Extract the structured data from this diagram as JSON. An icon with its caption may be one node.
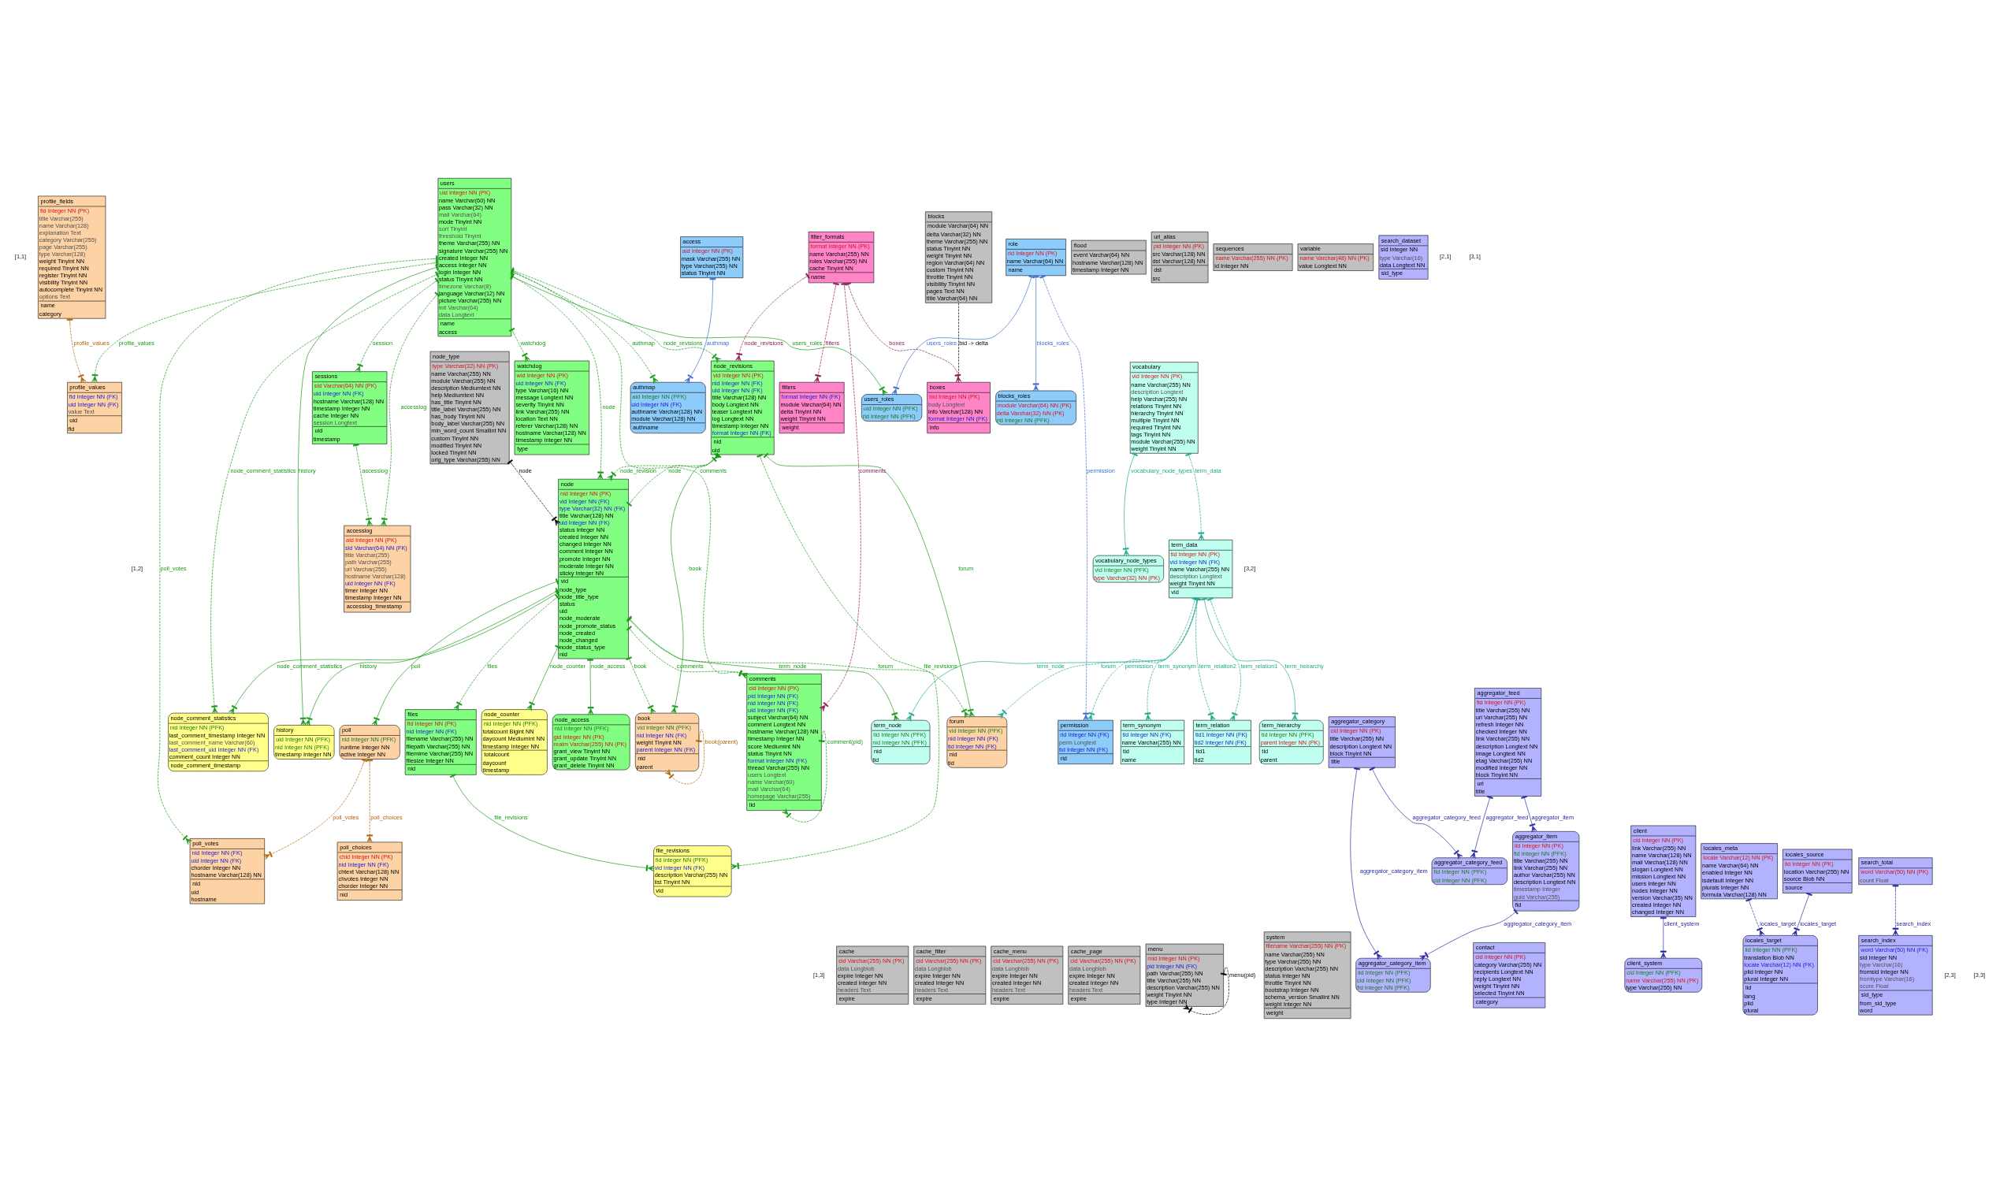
{
  "diagram": {
    "nodes": [
      {
        "text": [
          "term_node",
          "tid Integer NN (PFK)",
          "nid Integer NN (PFK)",
          "nid",
          "tid"
        ]
      },
      {
        "text": [
          "term_data",
          "tid Integer NN (PK)",
          "vid Integer NN (FK)",
          "name Varchar(255) NN",
          "description Longtext",
          "weight Tinyint NN",
          "vid"
        ]
      },
      {
        "text": [
          "term_hierarchy",
          "tid Integer NN (PFK)",
          "parent Integer NN (PK)",
          "tid",
          "parent"
        ]
      },
      {
        "text": [
          "term_relation",
          "tid1 Integer NN (FK)",
          "tid2 Integer NN (FK)",
          "tid1",
          "tid2"
        ]
      },
      {
        "text": [
          "term_synonym",
          "tid Integer NN (FK)",
          "name Varchar(255) NN",
          "tid",
          "name"
        ]
      },
      {
        "text": [
          "vocabulary",
          "vid Integer NN (PK)",
          "name Varchar(255) NN",
          "description Longtext",
          "help Varchar(255) NN",
          "relations Tinyint NN",
          "hierarchy Tinyint NN",
          "multiple Tinyint NN",
          "required Tinyint NN",
          "tags Tinyint NN",
          "module Varchar(255) NN",
          "weight Tinyint NN"
        ]
      },
      {
        "text": [
          "vocabulary_node_types",
          "vid Integer NN (PFK)",
          "type Varchar(32) NN (PK)"
        ]
      },
      {
        "text": [
          "cache",
          "cid Varchar(255) NN (PK)",
          "data Longblob",
          "expire Integer NN",
          "created Integer NN",
          "headers Text",
          "expire"
        ]
      },
      {
        "text": [
          "cache_filter",
          "cid Varchar(255) NN (PK)",
          "data Longblob",
          "expire Integer NN",
          "created Integer NN",
          "headers Text",
          "expire"
        ]
      },
      {
        "text": [
          "cache_menu",
          "cid Varchar(255) NN (PK)",
          "data Longblob",
          "expire Integer NN",
          "created Integer NN",
          "headers Text",
          "expire"
        ]
      },
      {
        "text": [
          "cache_page",
          "cid Varchar(255) NN (PK)",
          "data Longblob",
          "expire Integer NN",
          "created Integer NN",
          "headers Text",
          "expire"
        ]
      },
      {
        "text": [
          "flood",
          "event Varchar(64) NN",
          "hostname Varchar(128) NN",
          "timestamp Integer NN"
        ]
      },
      {
        "text": [
          "menu",
          "mid Integer NN (PK)",
          "pid Integer NN (FK)",
          "path Varchar(255) NN",
          "title Varchar(255) NN",
          "description Varchar(255) NN",
          "weight Tinyint NN",
          "type Integer NN"
        ]
      },
      {
        "text": [
          "url_alias",
          "pid Integer NN (PK)",
          "src Varchar(128) NN",
          "dst Varchar(128) NN",
          "dst",
          "src"
        ]
      },
      {
        "text": [
          "sequences",
          "name Varchar(255) NN (PK)",
          "id Integer NN"
        ]
      },
      {
        "text": [
          "system",
          "filename Varchar(255) NN (PK)",
          "name Varchar(255) NN",
          "type Varchar(255) NN",
          "description Varchar(255) NN",
          "status Integer NN",
          "throttle Tinyint NN",
          "bootstrap Integer NN",
          "schema_version Smallint NN",
          "weight Integer NN",
          "weight"
        ]
      },
      {
        "text": [
          "variable",
          "name Varchar(48) NN (PK)",
          "value Longtext NN"
        ]
      },
      {
        "text": [
          "blocks",
          "module Varchar(64) NN",
          "delta Varchar(32) NN",
          "theme Varchar(255) NN",
          "status Tinyint NN",
          "weight Tinyint NN",
          "region Varchar(64) NN",
          "custom Tinyint NN",
          "throttle Tinyint NN",
          "visibility Tinyint NN",
          "pages Text NN",
          "title Varchar(64) NN"
        ]
      },
      {
        "text": [
          "node_type",
          "type Varchar(32) NN (PK)",
          "name Varchar(255) NN",
          "module Varchar(255) NN",
          "description Mediumtext NN",
          "help Mediumtext NN",
          "has_title Tinyint NN",
          "title_label Varchar(255) NN",
          "has_body Tinyint NN",
          "body_label Varchar(255) NN",
          "min_word_count Smallint NN",
          "custom Tinyint NN",
          "modified Tinyint NN",
          "locked Tinyint NN",
          "orig_type Varchar(255) NN"
        ]
      },
      {
        "text": [
          "forum",
          "vid Integer NN (PFK)",
          "nid Integer NN (FK)",
          "tid Integer NN (FK)",
          "nid",
          "tid"
        ]
      },
      {
        "text": [
          "book",
          "vid Integer NN (PFK)",
          "nid Integer NN (FK)",
          "weight Tinyint NN",
          "parent Integer NN (FK)",
          "nid",
          "parent"
        ]
      },
      {
        "text": [
          "poll_choices",
          "chid Integer NN (PK)",
          "nid Integer NN (FK)",
          "chtext Varchar(128) NN",
          "chvotes Integer NN",
          "chorder Integer NN",
          "nid"
        ]
      },
      {
        "text": [
          "poll",
          "nid Integer NN (PFK)",
          "runtime Integer NN",
          "active Integer NN"
        ]
      },
      {
        "text": [
          "poll_votes",
          "nid Integer NN (FK)",
          "uid Integer NN (FK)",
          "chorder Integer NN",
          "hostname Varchar(128) NN",
          "nid",
          "uid",
          "hostname"
        ]
      },
      {
        "text": [
          "accesslog",
          "aid Integer NN (PK)",
          "sid Varchar(64) NN (FK)",
          "title Varchar(255)",
          "path Varchar(255)",
          "url Varchar(255)",
          "hostname Varchar(128)",
          "uid Integer NN (FK)",
          "timer Integer NN",
          "timestamp Integer NN",
          "accesslog_timestamp"
        ]
      },
      {
        "text": [
          "profile_values",
          "fid Integer NN (FK)",
          "uid Integer NN (FK)",
          "value Text",
          "uid",
          "fid"
        ]
      },
      {
        "text": [
          "profile_fields",
          "fid Integer NN (PK)",
          "title Varchar(255)",
          "name Varchar(128)",
          "explanation Text",
          "category Varchar(255)",
          "page Varchar(255)",
          "type Varchar(128)",
          "weight Tinyint NN",
          "required Tinyint NN",
          "register Tinyint NN",
          "visibility Tinyint NN",
          "autocomplete Tinyint NN",
          "options Text",
          "name",
          "category"
        ]
      },
      {
        "text": [
          "file_revisions",
          "fid Integer NN (PFK)",
          "vid Integer NN (FK)",
          "description Varchar(255) NN",
          "list Tinyint NN",
          "vid"
        ]
      },
      {
        "text": [
          "node_counter",
          "nid Integer NN (PFK)",
          "totalcount Bigint NN",
          "daycount Mediumint NN",
          "timestamp Integer NN",
          "totalcount",
          "daycount",
          "timestamp"
        ]
      },
      {
        "text": [
          "node_comment_statistics",
          "nid Integer NN (PFK)",
          "last_comment_timestamp Integer NN",
          "last_comment_name Varchar(60)",
          "last_comment_uid Integer NN (FK)",
          "comment_count Integer NN",
          "node_comment_timestamp"
        ]
      },
      {
        "text": [
          "history",
          "uid Integer NN (PFK)",
          "nid Integer NN (PFK)",
          "timestamp Integer NN"
        ]
      },
      {
        "text": [
          "node_revisions",
          "vid Integer NN (PK)",
          "nid Integer NN (FK)",
          "uid Integer NN (FK)",
          "title Varchar(128) NN",
          "body Longtext NN",
          "teaser Longtext NN",
          "log Longtext NN",
          "timestamp Integer NN",
          "format Integer NN (FK)",
          "nid",
          "uid"
        ]
      },
      {
        "text": [
          "node",
          "nid Integer NN (PK)",
          "vid Integer NN (FK)",
          "type Varchar(32) NN (FK)",
          "title Varchar(128) NN",
          "uid Integer NN (FK)",
          "status Integer NN",
          "created Integer NN",
          "changed Integer NN",
          "comment Integer NN",
          "promote Integer NN",
          "moderate Integer NN",
          "sticky Integer NN",
          "vid",
          "node_type",
          "node_title_type",
          "status",
          "uid",
          "node_moderate",
          "node_promote_status",
          "node_created",
          "node_changed",
          "node_status_type",
          "nid"
        ]
      },
      {
        "text": [
          "files",
          "fid Integer NN (PK)",
          "nid Integer NN (FK)",
          "filename Varchar(255) NN",
          "filepath Varchar(255) NN",
          "filemime Varchar(255) NN",
          "filesize Integer NN",
          "nid"
        ]
      },
      {
        "text": [
          "node_access",
          "nid Integer NN (PFK)",
          "gid Integer NN (PK)",
          "realm Varchar(255) NN (PK)",
          "grant_view Tinyint NN",
          "grant_update Tinyint NN",
          "grant_delete Tinyint NN"
        ]
      },
      {
        "text": [
          "comments",
          "cid Integer NN (PK)",
          "pid Integer NN (FK)",
          "nid Integer NN (FK)",
          "uid Integer NN (FK)",
          "subject Varchar(64) NN",
          "comment Longtext NN",
          "hostname Varchar(128) NN",
          "timestamp Integer NN",
          "score Mediumint NN",
          "status Tinyint NN",
          "format Integer NN (FK)",
          "thread Varchar(255) NN",
          "users Longtext",
          "name Varchar(60)",
          "mail Varchar(64)",
          "homepage Varchar(255)",
          "lid"
        ]
      },
      {
        "text": [
          "users",
          "uid Integer NN (PK)",
          "name Varchar(60) NN",
          "pass Varchar(32) NN",
          "mail Varchar(64)",
          "mode Tinyint NN",
          "sort Tinyint",
          "threshold Tinyint",
          "theme Varchar(255) NN",
          "signature Varchar(255) NN",
          "created Integer NN",
          "access Integer NN",
          "login Integer NN",
          "status Tinyint NN",
          "timezone Varchar(8)",
          "language Varchar(12) NN",
          "picture Varchar(255) NN",
          "init Varchar(64)",
          "data Longtext",
          "name",
          "access"
        ]
      },
      {
        "text": [
          "watchdog",
          "wid Integer NN (PK)",
          "uid Integer NN (FK)",
          "type Varchar(16) NN",
          "message Longtext NN",
          "severity Tinyint NN",
          "link Varchar(255) NN",
          "location Text NN",
          "referer Varchar(128) NN",
          "hostname Varchar(128) NN",
          "timestamp Integer NN",
          "type"
        ]
      },
      {
        "text": [
          "sessions",
          "sid Varchar(64) NN (PK)",
          "uid Integer NN (FK)",
          "hostname Varchar(128) NN",
          "timestamp Integer NN",
          "cache Integer NN",
          "session Longtext",
          "uid",
          "timestamp"
        ]
      },
      {
        "text": [
          "filter_formats",
          "format Integer NN (PK)",
          "name Varchar(255) NN",
          "roles Varchar(255) NN",
          "cache Tinyint NN",
          "name"
        ]
      },
      {
        "text": [
          "boxes",
          "bid Integer NN (PK)",
          "body Longtext",
          "info Varchar(128) NN",
          "format Integer NN (FK)",
          "info"
        ]
      },
      {
        "text": [
          "filters",
          "format Integer NN (FK)",
          "module Varchar(64) NN",
          "delta Tinyint NN",
          "weight Tinyint NN",
          "weight"
        ]
      },
      {
        "text": [
          "permission",
          "rid Integer NN (FK)",
          "perm Longtext",
          "tid Integer NN (FK)",
          "rid"
        ]
      },
      {
        "text": [
          "role",
          "rid Integer NN (PK)",
          "name Varchar(64) NN",
          "name"
        ]
      },
      {
        "text": [
          "blocks_roles",
          "module Varchar(64) NN (PK)",
          "delta Varchar(32) NN (PK)",
          "rid Integer NN (PFK)"
        ]
      },
      {
        "text": [
          "users_roles",
          "uid Integer NN (PFK)",
          "rid Integer NN (PFK)"
        ]
      },
      {
        "text": [
          "access",
          "aid Integer NN (PK)",
          "mask Varchar(255) NN",
          "type Varchar(255) NN",
          "status Tinyint NN"
        ]
      },
      {
        "text": [
          "authmap",
          "aid Integer NN (PFK)",
          "uid Integer NN (FK)",
          "authname Varchar(128) NN",
          "module Varchar(128) NN",
          "authname"
        ]
      },
      {
        "text": [
          "aggregator_category",
          "cid Integer NN (PK)",
          "title Varchar(255) NN",
          "description Longtext NN",
          "block Tinyint NN",
          "title"
        ]
      },
      {
        "text": [
          "aggregator_category_feed",
          "fid Integer NN (PFK)",
          "cid Integer NN (PFK)"
        ]
      },
      {
        "text": [
          "aggregator_category_item",
          "iid Integer NN (PFK)",
          "cid Integer NN (PFK)",
          "fid Integer NN (PFK)"
        ]
      },
      {
        "text": [
          "aggregator_feed",
          "fid Integer NN (PK)",
          "title Varchar(255) NN",
          "url Varchar(255) NN",
          "refresh Integer NN",
          "checked Integer NN",
          "link Varchar(255) NN",
          "description Longtext NN",
          "image Longtext NN",
          "etag Varchar(255) NN",
          "modified Integer NN",
          "block Tinyint NN",
          "url",
          "title"
        ]
      },
      {
        "text": [
          "aggregator_item",
          "iid Integer NN (PK)",
          "fid Integer NN (PFK)",
          "title Varchar(255) NN",
          "link Varchar(255) NN",
          "author Varchar(255) NN",
          "description Longtext NN",
          "timestamp Integer",
          "guid Varchar(255)",
          "fid"
        ]
      },
      {
        "text": [
          "contact",
          "cid Integer NN (PK)",
          "category Varchar(255) NN",
          "recipients Longtext NN",
          "reply Longtext NN",
          "weight Tinyint NN",
          "selected Tinyint NN",
          "category"
        ]
      },
      {
        "text": [
          "client",
          "cid Integer NN (PK)",
          "link Varchar(255) NN",
          "name Varchar(128) NN",
          "mail Varchar(128) NN",
          "slogan Longtext NN",
          "mission Longtext NN",
          "users Integer NN",
          "nodes Integer NN",
          "version Varchar(35) NN",
          "created Integer NN",
          "changed Integer NN"
        ]
      },
      {
        "text": [
          "client_system",
          "cid Integer NN (PFK)",
          "name Varchar(255) NN (PK)",
          "type Varchar(255) NN"
        ]
      },
      {
        "text": [
          "locales_target",
          "lid Integer NN (PFK)",
          "translation Blob NN",
          "locale Varchar(12) NN (FK)",
          "plid Integer NN",
          "plural Integer NN",
          "lid",
          "lang",
          "plid",
          "plural"
        ]
      },
      {
        "text": [
          "locales_meta",
          "locale Varchar(12) NN (PK)",
          "name Varchar(64) NN",
          "enabled Integer NN",
          "isdefault Integer NN",
          "plurals Integer NN",
          "formula Varchar(128) NN"
        ]
      },
      {
        "text": [
          "locales_source",
          "lid Integer NN (PK)",
          "location Varchar(255) NN",
          "source Blob NN",
          "source"
        ]
      },
      {
        "text": [
          "search_total",
          "word Varchar(50) NN (PK)",
          "count Float"
        ]
      },
      {
        "text": [
          "search_index",
          "word Varchar(50) NN (FK)",
          "sid Integer NN",
          "type Varchar(16)",
          "fromsid Integer NN",
          "fromtype Varchar(16)",
          "score Float",
          "sid_type",
          "from_sid_type",
          "word"
        ]
      },
      {
        "text": [
          "search_dataset",
          "sid Integer NN",
          "type Varchar(16)",
          "data Longtext NN",
          "sid_type"
        ]
      }
    ],
    "edges": [
      {
        "from": 1,
        "to": 0,
        "arrow": "other",
        "label": "term_node",
        "color": "#1eaa8c"
      },
      {
        "from": 1,
        "to": 2,
        "arrow": "other",
        "label": "term_heirarchy",
        "color": "#1eaa8c"
      },
      {
        "from": 1,
        "to": 3,
        "arrow": "other",
        "label": "term_relation1",
        "style": "dashed",
        "color": "#1eaa8c"
      },
      {
        "from": 1,
        "to": 3,
        "arrow": "other",
        "label": "term_relation2",
        "style": "dashed",
        "color": "#1eaa8c"
      },
      {
        "from": 1,
        "to": 4,
        "arrow": "other",
        "label": "term_synonym",
        "style": "dashed",
        "color": "#1eaa8c"
      },
      {
        "from": 5,
        "to": 1,
        "arrow": "other",
        "label": "term_data",
        "style": "dashed",
        "color": "#1eaa8c"
      },
      {
        "from": 5,
        "to": 6,
        "arrow": "other",
        "label": "vocabulary_node_types",
        "color": "#1eaa8c"
      },
      {
        "from": 1,
        "to": 19,
        "arrow": "other",
        "label": "forum",
        "style": "dashed",
        "color": "#1eaa8c"
      },
      {
        "from": 1,
        "to": 42,
        "arrow": "other",
        "label": "permission",
        "style": "dashed",
        "color": "#1eaa8c"
      },
      {
        "from": 32,
        "to": 0,
        "arrow": "other",
        "label": "term_node"
      },
      {
        "from": 32,
        "to": 19,
        "arrow": "other",
        "label": "forum",
        "style": "dashed"
      },
      {
        "from": 31,
        "to": 19,
        "arrow": "other",
        "label": "forum"
      },
      {
        "from": 32,
        "to": 20,
        "arrow": "other",
        "label": "book",
        "style": "dashed"
      },
      {
        "from": 31,
        "to": 20,
        "arrow": "other",
        "label": "book"
      },
      {
        "from": 20,
        "to": 20,
        "arrow": "other",
        "label": "book(parent)",
        "style": "dashed",
        "color": "#b4640a"
      },
      {
        "from": 31,
        "to": 27,
        "arrow": "other",
        "label": "file_revisions",
        "style": "dashed"
      },
      {
        "from": 33,
        "to": 27,
        "arrow": "other",
        "label": "file_revisions"
      },
      {
        "from": 32,
        "to": 33,
        "arrow": "other",
        "label": "files",
        "style": "dashed"
      },
      {
        "from": 31,
        "to": 32,
        "arrow": "other",
        "label": "node_revision",
        "style": "dashed"
      },
      {
        "from": 32,
        "to": 31,
        "arrow": "other",
        "label": "node",
        "style": "dashed"
      },
      {
        "from": 36,
        "to": 31,
        "arrow": "other",
        "label": "node_revisions",
        "style": "dashed"
      },
      {
        "from": 39,
        "to": 31,
        "arrow": "other",
        "label": "node_revisions",
        "style": "dashed",
        "color": "#8c1e5a"
      },
      {
        "from": 32,
        "to": 28,
        "arrow": "other",
        "label": "node_counter"
      },
      {
        "from": 32,
        "to": 34,
        "arrow": "other",
        "label": "node_access"
      },
      {
        "from": 32,
        "to": 22,
        "arrow": "other",
        "label": "poll"
      },
      {
        "from": 32,
        "to": 29,
        "arrow": "other",
        "label": "node_comment_statistics"
      },
      {
        "from": 32,
        "to": 35,
        "arrow": "other",
        "label": "comments",
        "style": "dashed"
      },
      {
        "from": 32,
        "to": 30,
        "arrow": "other",
        "label": "history"
      },
      {
        "from": 18,
        "to": 32,
        "arrow": "other",
        "label": "node",
        "style": "dashed",
        "color": "#000000"
      },
      {
        "from": 36,
        "to": 32,
        "arrow": "other",
        "label": "node",
        "style": "dashed"
      },
      {
        "from": 22,
        "to": 21,
        "arrow": "other",
        "label": "poll_choices",
        "style": "dashed",
        "color": "#b4640a"
      },
      {
        "from": 22,
        "to": 23,
        "arrow": "other",
        "label": "poll_votes",
        "style": "dashed",
        "color": "#b4640a"
      },
      {
        "from": 36,
        "to": 23,
        "arrow": "other",
        "label": "poll_votes",
        "style": "dashed"
      },
      {
        "from": 36,
        "to": 29,
        "arrow": "other",
        "label": "node_comment_statistics",
        "style": "dashed"
      },
      {
        "from": 35,
        "to": 35,
        "arrow": "other",
        "label": "comment(pid)",
        "style": "dashed"
      },
      {
        "from": 36,
        "to": 35,
        "arrow": "other",
        "label": "comments",
        "style": "dashed"
      },
      {
        "from": 39,
        "to": 35,
        "arrow": "other",
        "label": "comments",
        "style": "dashed",
        "color": "#8c1e5a"
      },
      {
        "from": 36,
        "to": 30,
        "arrow": "other",
        "label": "history"
      },
      {
        "from": 36,
        "to": 45,
        "arrow": "other",
        "label": "users_roles"
      },
      {
        "from": 36,
        "to": 47,
        "arrow": "other",
        "label": "authmap",
        "style": "dashed"
      },
      {
        "from": 36,
        "to": 38,
        "arrow": "other",
        "label": "session",
        "style": "dashed"
      },
      {
        "from": 36,
        "to": 25,
        "arrow": "other",
        "label": "profile_values",
        "style": "dashed"
      },
      {
        "from": 36,
        "to": 24,
        "arrow": "other",
        "label": "accesslog",
        "style": "dashed"
      },
      {
        "from": 38,
        "to": 24,
        "arrow": "other",
        "label": "accesslog",
        "style": "dashed"
      },
      {
        "from": 36,
        "to": 37,
        "arrow": "other",
        "label": "watchdog",
        "style": "dashed"
      },
      {
        "from": 26,
        "to": 25,
        "arrow": "other",
        "label": "profile_values",
        "style": "dashed",
        "color": "#b4640a"
      },
      {
        "from": 43,
        "to": 42,
        "arrow": "other",
        "label": "permission",
        "style": "dashed",
        "color": "#3c6ed2"
      },
      {
        "from": 43,
        "to": 45,
        "arrow": "other",
        "label": "users_roles",
        "color": "#3c6ed2"
      },
      {
        "from": 43,
        "to": 44,
        "arrow": "other",
        "label": "blocks_roles",
        "color": "#3c6ed2"
      },
      {
        "from": 46,
        "to": 47,
        "arrow": "other",
        "label": "authmap",
        "color": "#3c6ed2"
      },
      {
        "from": 17,
        "to": 40,
        "arrow": "none",
        "label": "bid -> delta",
        "style": "dashed",
        "color": "#000000"
      },
      {
        "from": 12,
        "to": 12,
        "arrow": "other",
        "label": "menu(pid)",
        "style": "dashed",
        "color": "#000000"
      },
      {
        "from": 39,
        "to": 40,
        "arrow": "other",
        "label": "boxes",
        "style": "dashed",
        "color": "#8c1e5a"
      },
      {
        "from": 39,
        "to": 41,
        "arrow": "other",
        "label": "filters",
        "style": "dashed",
        "color": "#8c1e5a"
      },
      {
        "from": 48,
        "to": 49,
        "arrow": "other",
        "label": "aggregator_category_feed",
        "color": "#2828a0"
      },
      {
        "from": 48,
        "to": 50,
        "arrow": "other",
        "label": "aggregator_category_item",
        "color": "#2828a0"
      },
      {
        "from": 52,
        "to": 50,
        "arrow": "other",
        "label": "aggregator_category_item",
        "color": "#2828a0"
      },
      {
        "from": 51,
        "to": 49,
        "arrow": "other",
        "label": "aggregator_feed",
        "color": "#2828a0"
      },
      {
        "from": 51,
        "to": 52,
        "arrow": "other",
        "label": "aggregator_item",
        "color": "#2828a0"
      },
      {
        "from": 54,
        "to": 55,
        "arrow": "other",
        "label": "client_system",
        "color": "#2828a0"
      },
      {
        "from": 57,
        "to": 56,
        "arrow": "other",
        "label": "locales_target",
        "style": "dashed",
        "color": "#2828a0"
      },
      {
        "from": 58,
        "to": 56,
        "arrow": "other",
        "label": "locales_target",
        "color": "#2828a0"
      },
      {
        "from": 59,
        "to": 60,
        "arrow": "other",
        "label": "search_index",
        "style": "dashed",
        "color": "#2828a0"
      }
    ],
    "labels": [
      "[1,1]",
      "[2,1]",
      "[3,1]",
      "[1,2]",
      "[3,2]",
      "[1,3]",
      "[2,3]",
      "[3,3]"
    ]
  }
}
